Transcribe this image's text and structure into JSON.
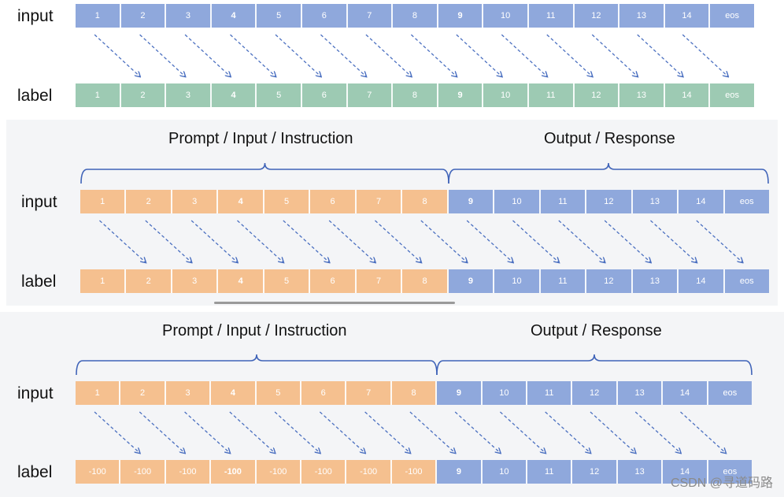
{
  "colors": {
    "blue": "#8fa8dc",
    "green": "#9dcab3",
    "orange": "#f5c08f",
    "arrow": "#4a6fc0",
    "brace": "#3f63b8"
  },
  "panel1": {
    "input_label": "input",
    "label_label": "label",
    "input_tokens": [
      "1",
      "2",
      "3",
      "4",
      "5",
      "6",
      "7",
      "8",
      "9",
      "10",
      "11",
      "12",
      "13",
      "14",
      "eos"
    ],
    "label_tokens": [
      "1",
      "2",
      "3",
      "4",
      "5",
      "6",
      "7",
      "8",
      "9",
      "10",
      "11",
      "12",
      "13",
      "14",
      "eos"
    ]
  },
  "panel2": {
    "prompt_heading": "Prompt / Input / Instruction",
    "output_heading": "Output / Response",
    "input_label": "input",
    "label_label": "label",
    "input_tokens": [
      "1",
      "2",
      "3",
      "4",
      "5",
      "6",
      "7",
      "8",
      "9",
      "10",
      "11",
      "12",
      "13",
      "14",
      "eos"
    ],
    "label_tokens": [
      "1",
      "2",
      "3",
      "4",
      "5",
      "6",
      "7",
      "8",
      "9",
      "10",
      "11",
      "12",
      "13",
      "14",
      "eos"
    ]
  },
  "panel3": {
    "prompt_heading": "Prompt / Input / Instruction",
    "output_heading": "Output / Response",
    "input_label": "input",
    "label_label": "label",
    "input_tokens": [
      "1",
      "2",
      "3",
      "4",
      "5",
      "6",
      "7",
      "8",
      "9",
      "10",
      "11",
      "12",
      "13",
      "14",
      "eos"
    ],
    "label_tokens": [
      "-100",
      "-100",
      "-100",
      "-100",
      "-100",
      "-100",
      "-100",
      "-100",
      "9",
      "10",
      "11",
      "12",
      "13",
      "14",
      "eos"
    ]
  },
  "watermark": "CSDN @寻道码路"
}
